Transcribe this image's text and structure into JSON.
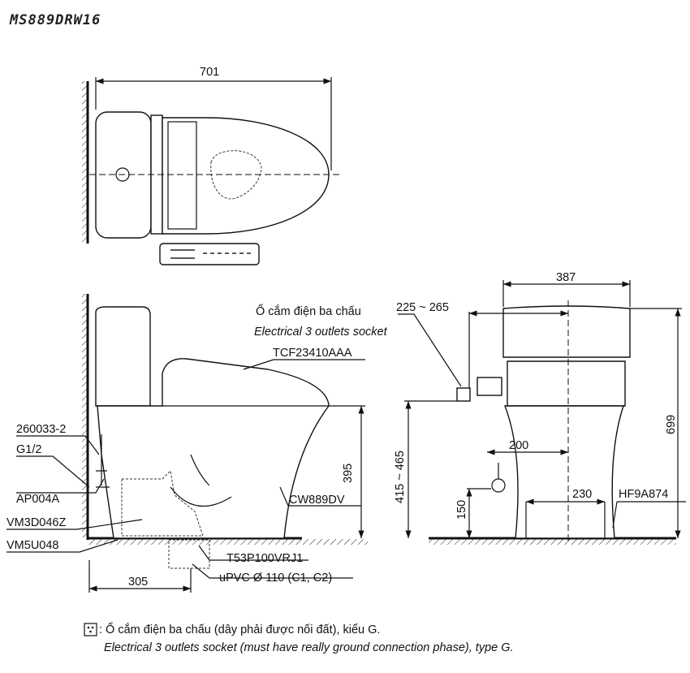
{
  "title": "MS889DRW16",
  "top_view": {
    "width_dim": "701"
  },
  "side_view": {
    "parts": {
      "valve": "260033-2",
      "thread": "G1/2",
      "hose": "AP004A",
      "flush_valve": "VM3D046Z",
      "gasket": "VM5U048",
      "seat": "TCF23410AAA",
      "bowl": "CW889DV",
      "flange": "T53P100VRJ1",
      "pipe": "uPVC Ø 110 (C1, C2)"
    },
    "dims": {
      "height_395": "395",
      "rough_in": "305"
    }
  },
  "front_view": {
    "socket_vi": "Ổ cắm điện ba chấu",
    "socket_en": "Electrical 3 outlets socket",
    "dims": {
      "width": "387",
      "socket_offset": "225 ~ 265",
      "socket_height": "415 ~ 465",
      "total_height": "699",
      "supply_offset": "200",
      "bolt_spacing": "230",
      "supply_height": "150"
    },
    "bolt_part": "HF9A874"
  },
  "note": {
    "icon": "socket-icon",
    "line_vi": ": Ổ cắm điện ba chấu (dây phải được nối đất), kiểu G.",
    "line_en": "Electrical 3 outlets socket (must have really ground connection phase), type G."
  }
}
